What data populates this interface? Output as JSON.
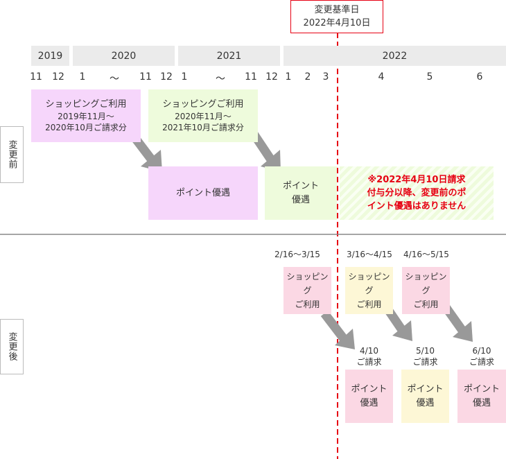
{
  "change_date": {
    "title": "変更基準日",
    "date": "2022年4月10日"
  },
  "years": [
    "2019",
    "2020",
    "2021",
    "2022"
  ],
  "months": [
    "11",
    "12",
    "1",
    "〜",
    "11",
    "12",
    "1",
    "〜",
    "11",
    "12",
    "1",
    "2",
    "3",
    "4",
    "5",
    "6"
  ],
  "before": {
    "label": "変更前",
    "usage": [
      {
        "title": "ショッピングご利用",
        "period1": "2019年11月〜",
        "period2": "2020年10月ご請求分"
      },
      {
        "title": "ショッピングご利用",
        "period1": "2020年11月〜",
        "period2": "2021年10月ご請求分"
      }
    ],
    "points": [
      "ポイント優遇",
      "ポイント",
      "優遇"
    ],
    "notice": [
      "※2022年4月10日請求",
      "付与分以降、変更前のポ",
      "イント優遇はありません"
    ]
  },
  "after": {
    "label": "変更後",
    "periods": [
      "2/16〜3/15",
      "3/16〜4/15",
      "4/16〜5/15"
    ],
    "usage": [
      [
        "ショッピング",
        "ご利用"
      ],
      [
        "ショッピング",
        "ご利用"
      ],
      [
        "ショッピング",
        "ご利用"
      ]
    ],
    "billing": [
      [
        "4/10",
        "ご請求"
      ],
      [
        "5/10",
        "ご請求"
      ],
      [
        "6/10",
        "ご請求"
      ]
    ],
    "points": [
      [
        "ポイント",
        "優遇"
      ],
      [
        "ポイント",
        "優遇"
      ],
      [
        "ポイント",
        "優遇"
      ]
    ]
  },
  "colors": {
    "red": "#e60012",
    "purple": "#f6d6fb",
    "green": "#eefbdc",
    "pink": "#fbd8e4",
    "yellow": "#fdf7d6",
    "gray": "#ebebeb"
  }
}
